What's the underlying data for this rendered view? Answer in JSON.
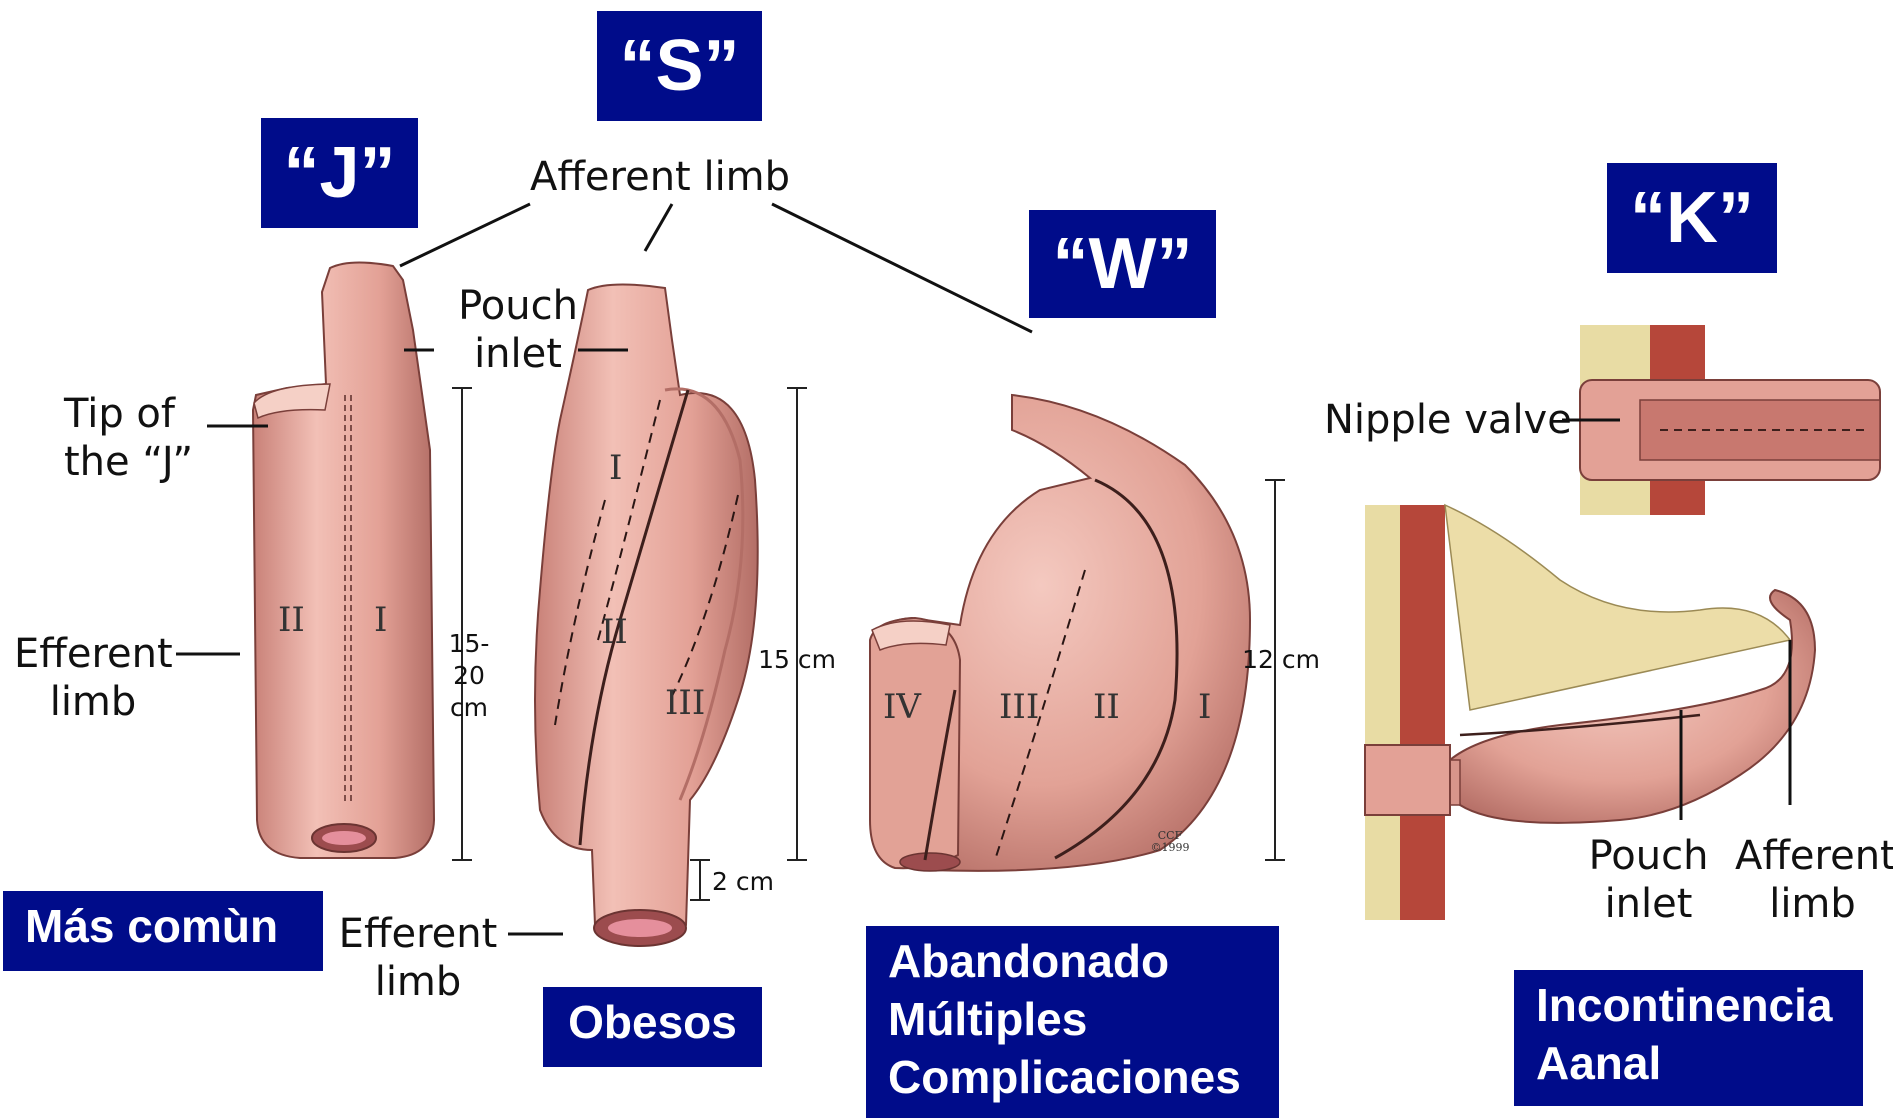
{
  "pouches": {
    "j": {
      "title": "“J”",
      "caption": "Más comùn",
      "tip_label": [
        "Tip of",
        "the “J”"
      ],
      "efferent_label": [
        "Efferent",
        "limb"
      ],
      "roman": [
        "II",
        "I"
      ],
      "measure": [
        "15-20",
        "cm"
      ]
    },
    "s": {
      "title": "“S”",
      "caption": "Obesos",
      "afferent_label": "Afferent limb",
      "pouch_inlet_label": [
        "Pouch",
        "inlet"
      ],
      "efferent_label": [
        "Efferent",
        "limb"
      ],
      "roman": [
        "I",
        "II",
        "III"
      ],
      "measure": "15 cm",
      "outlet_measure": "2 cm"
    },
    "w": {
      "title": "“W”",
      "caption": [
        "Abandonado",
        "Múltiples",
        "Complicaciones"
      ],
      "roman": [
        "IV",
        "III",
        "II",
        "I"
      ],
      "measure": "12 cm",
      "credit": [
        "CCF",
        "©1999"
      ]
    },
    "k": {
      "title": "“K”",
      "caption": [
        "Incontinencia",
        "Aanal"
      ],
      "nipple_label": "Nipple valve",
      "pouch_inlet_label": [
        "Pouch",
        "inlet"
      ],
      "afferent_label": [
        "Afferent",
        "limb"
      ]
    }
  },
  "colors": {
    "box_blue": "#000c8a",
    "tissue": "#e7a79b",
    "tissue_dark": "#b5706a",
    "fat": "#e8dca4",
    "muscle": "#b6473a"
  }
}
